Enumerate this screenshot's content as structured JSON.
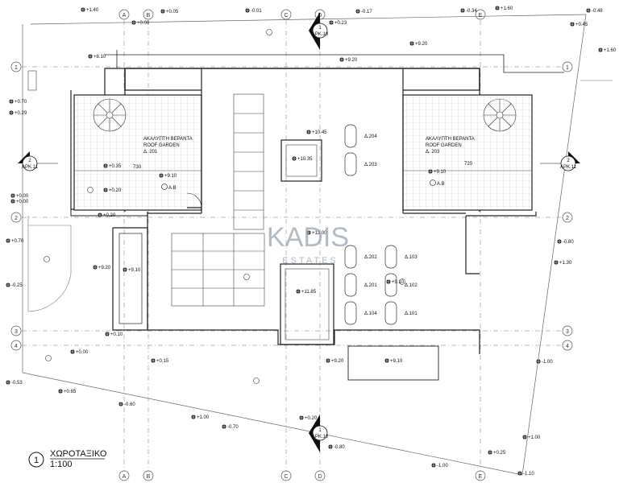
{
  "watermark": {
    "brand": "KADIS",
    "sub": "ESTATES"
  },
  "title": {
    "number": "1",
    "name": "ΧΩΡΟΤΑΞΙΚΟ",
    "scale": "1:100"
  },
  "grid_columns": [
    "A",
    "B",
    "C",
    "D",
    "E"
  ],
  "grid_rows": [
    "1",
    "2",
    "3",
    "4"
  ],
  "rooms": [
    {
      "id": "left-roof",
      "lines": [
        "ΑΚΑΛΥΠΤΗ ΒΕΡΑΝΤΑ",
        "ROOF GARDEN",
        "Δ. 201"
      ]
    },
    {
      "id": "right-roof",
      "lines": [
        "ΑΚΑΛΥΠΤΗ ΒΕΡΑΝΤΑ",
        "ROOF GARDEN",
        "Δ. 203"
      ]
    }
  ],
  "parking": [
    "Δ.204",
    "Δ.203",
    "Δ.202",
    "Δ.103",
    "Δ.201",
    "Δ.102",
    "Δ.104",
    "Δ.101"
  ],
  "levels": [
    "+1.40",
    "+0.00",
    "+0.05",
    "-0.01",
    "+0.23",
    "-0.17",
    "-0.34",
    "+1.60",
    "-0.48",
    "+0.45",
    "+9.20",
    "+8.10",
    "+9.20",
    "+1.60",
    "+0.70",
    "+0.29",
    "+10.45",
    "+10.35",
    "+0.35",
    "+9.10",
    "+9.10",
    "+0.20",
    "+0.00",
    "+0.00",
    "+0.70",
    "+0.20",
    "+9.10",
    "+12.00",
    "-0.80",
    "+9.20",
    "+9.10",
    "+1.30",
    "+11.85",
    "-0.25",
    "+0.10",
    "+0.00",
    "+0.15",
    "+9.20",
    "+9.10",
    "-1.00",
    "-0.53",
    "+0.65",
    "-0.60",
    "+1.00",
    "-0.70",
    "+0.20",
    "-0.80",
    "+1.00",
    "+0.25",
    "-1.00",
    "-1.10"
  ],
  "dims": [
    "730",
    "720"
  ],
  "markers": [
    "APK.10",
    "APK.11",
    "APK.11",
    "APK.10"
  ],
  "circle_tags": [
    "A.B",
    "A.B"
  ]
}
